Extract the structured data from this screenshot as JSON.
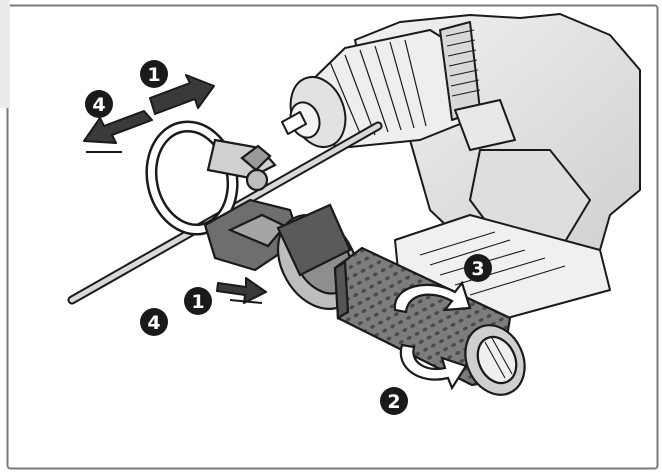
{
  "colors": {
    "ink": "#1a1a1a",
    "body_grey": "#e6e6e6",
    "handle_grey": "#8a8a8a",
    "dark_grey": "#4a4a4a",
    "border": "#7a7a7a"
  },
  "steps": [
    {
      "id": "step-1-top",
      "label": "1"
    },
    {
      "id": "step-4-top",
      "label": "4"
    },
    {
      "id": "step-1-bottom",
      "label": "1"
    },
    {
      "id": "step-4-bottom",
      "label": "4"
    },
    {
      "id": "step-3",
      "label": "3"
    },
    {
      "id": "step-2",
      "label": "2"
    }
  ]
}
